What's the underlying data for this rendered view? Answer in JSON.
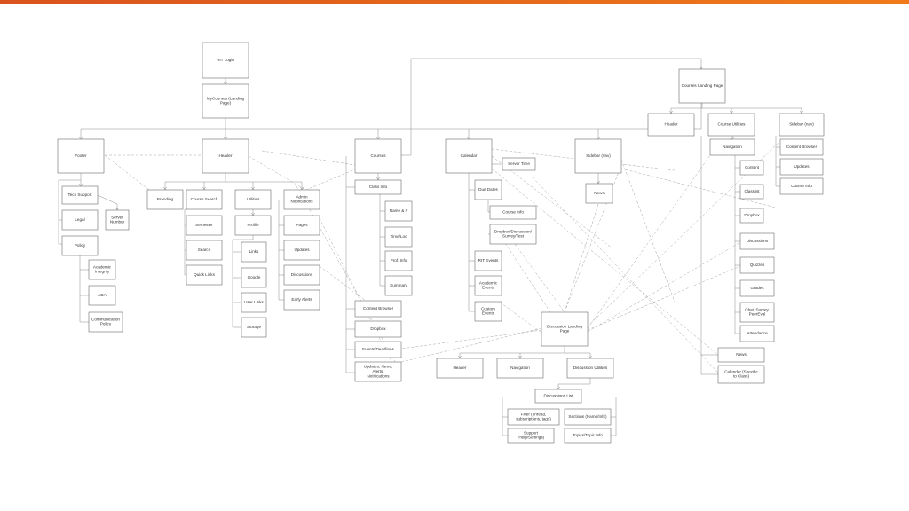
{
  "colors": {
    "accent_bar": "#e8661c",
    "node_border": "#6a6a6a",
    "edge": "#8a8a8a"
  },
  "nodes": {
    "rit_login": "RIT Login",
    "mycourses": "MyCourses (Landing Page)",
    "footer": "Footer",
    "header": "Header",
    "courses": "Courses",
    "calendar": "Calendar",
    "sidebar_nav": "Sidebar (nav)",
    "courses_landing": "Courses Landing Page",
    "cl_header": "Header",
    "course_utilities": "Course Utilities",
    "sidebar_nav2": "Sidebar (nav)",
    "tech_support": "Tech Support",
    "legal": "Legal",
    "server_number": "Server Number",
    "policy": "Policy",
    "academic_integrity": "Academic Integrity",
    "ada": "ADA",
    "communication_policy": "Communication Policy",
    "branding": "Branding",
    "course_search": "Course Search",
    "utilities": "Utilities",
    "admin_notifications": "Admin Notifications",
    "semester": "Semester",
    "search": "Search",
    "quick_links": "Quick Links",
    "profile": "Profile",
    "links": "Links",
    "google": "Google",
    "user_links": "User Links",
    "storage": "Storage",
    "pages": "Pages",
    "updates_h": "Updates",
    "discussions_h": "Discussions",
    "early_alerts": "Early Alerts",
    "class_info": "Class Info",
    "name_num": "Name & #",
    "time_loc": "Time/Loc",
    "prof_info": "Prof. Info",
    "summary": "Summary",
    "content_browser_c": "Content Browser",
    "dropbox_c": "Dropbox",
    "events_deadlines": "Events/Deadlines",
    "updates_news": "Updates, News, Alerts, Notifications",
    "server_time": "Server Time",
    "due_dates": "Due Dates",
    "course_info_cal": "Course Info",
    "dropbox_disc_survey": "Dropbox/Discussion/ Survey/Test",
    "rit_events": "RIT Events",
    "academic_events": "Academic Events",
    "custom_events": "Custom Events",
    "news_s": "News",
    "navigation_cu": "Navigation",
    "content_cu": "Content",
    "classlist": "Classlist",
    "dropbox_cu": "Dropbox",
    "discussions_cu": "Discussions",
    "quizzes": "Quizzes",
    "grades": "Grades",
    "chat_survey": "Chat, Survey, PeerEval",
    "attendance": "Attendance",
    "news_cu": "News",
    "calendar_specific": "Calendar (Specific to Class)",
    "content_browser_s": "Content Browser",
    "updates_s": "Updates",
    "course_info_s": "Course Info",
    "discussion_landing": "Discussion Landing Page",
    "dl_header": "Header",
    "dl_navigation": "Navigation",
    "discussion_utilities": "Discussion Utilities",
    "discussions_list": "Discussions List",
    "filter": "Filter (unread, subscriptions, tags)",
    "sections": "Sections (Name/Info)",
    "support": "Support (Help/Settings)",
    "topics_info": "Topics/Topic Info"
  }
}
